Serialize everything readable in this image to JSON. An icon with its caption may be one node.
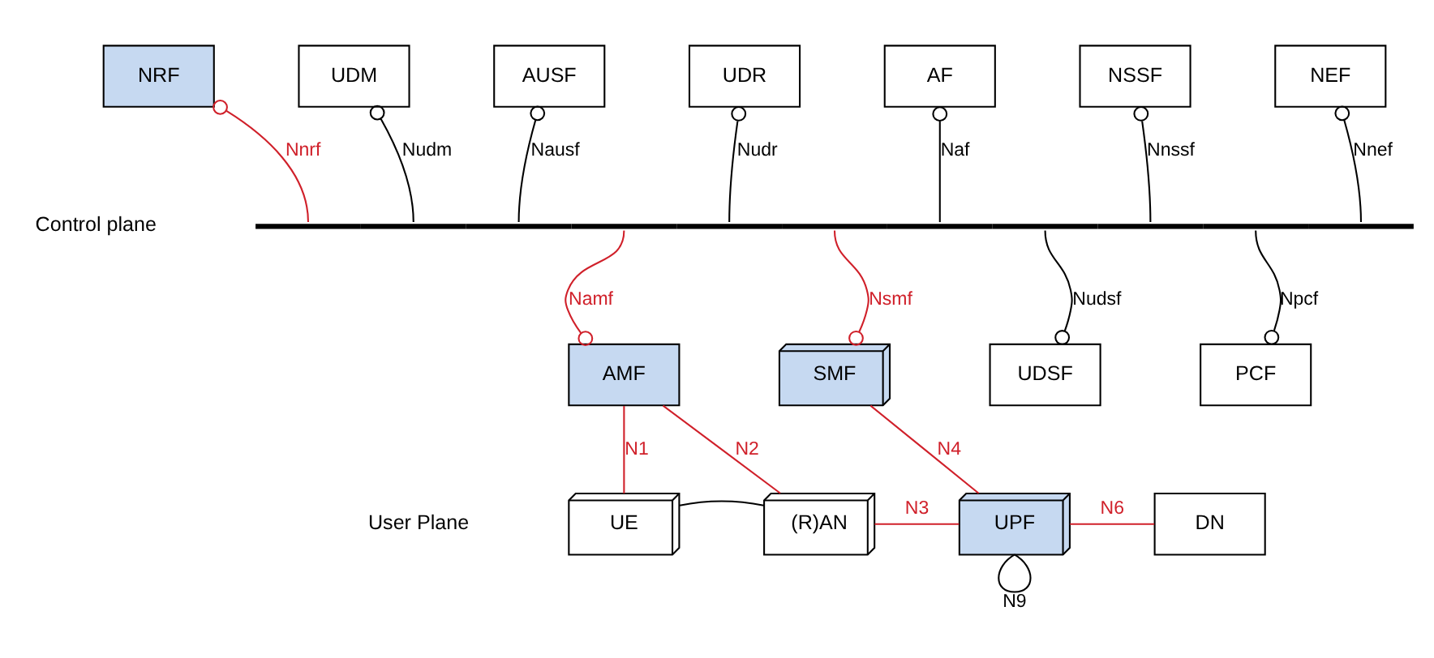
{
  "diagram": {
    "nodes": [
      {
        "text": [
          "NRF"
        ]
      },
      {
        "text": [
          "UDM"
        ]
      },
      {
        "text": [
          "AUSF"
        ]
      },
      {
        "text": [
          "UDR"
        ]
      },
      {
        "text": [
          "AF"
        ]
      },
      {
        "text": [
          "NSSF"
        ]
      },
      {
        "text": [
          "NEF"
        ]
      },
      {
        "text": [],
        "shape": "bar"
      },
      {
        "text": [
          "AMF"
        ]
      },
      {
        "text": [
          "SMF"
        ]
      },
      {
        "text": [
          "UDSF"
        ]
      },
      {
        "text": [
          "PCF"
        ]
      },
      {
        "text": [
          "UE"
        ]
      },
      {
        "text": [
          "(R)AN"
        ]
      },
      {
        "text": [
          "UPF"
        ]
      },
      {
        "text": [
          "DN"
        ]
      }
    ],
    "edges": [
      {
        "from": 0,
        "to": 7,
        "arrow": "other",
        "label": "Nnrf",
        "color": "#d0202a"
      },
      {
        "from": 1,
        "to": 7,
        "arrow": "other",
        "label": "Nudm"
      },
      {
        "from": 2,
        "to": 7,
        "arrow": "other",
        "label": "Nausf"
      },
      {
        "from": 3,
        "to": 7,
        "arrow": "other",
        "label": "Nudr"
      },
      {
        "from": 4,
        "to": 7,
        "arrow": "other",
        "label": "Naf"
      },
      {
        "from": 5,
        "to": 7,
        "arrow": "other",
        "label": "Nnssf"
      },
      {
        "from": 6,
        "to": 7,
        "arrow": "other",
        "label": "Nnef"
      },
      {
        "from": 8,
        "to": 7,
        "arrow": "other",
        "label": "Namf",
        "color": "#d0202a"
      },
      {
        "from": 9,
        "to": 7,
        "arrow": "other",
        "label": "Nsmf",
        "color": "#d0202a"
      },
      {
        "from": 10,
        "to": 7,
        "arrow": "other",
        "label": "Nudsf"
      },
      {
        "from": 11,
        "to": 7,
        "arrow": "other",
        "label": "Npcf"
      },
      {
        "from": 8,
        "to": 12,
        "arrow": "none",
        "label": "N1",
        "color": "#d0202a"
      },
      {
        "from": 8,
        "to": 13,
        "arrow": "none",
        "label": "N2",
        "color": "#d0202a"
      },
      {
        "from": 9,
        "to": 14,
        "arrow": "none",
        "label": "N4",
        "color": "#d0202a"
      },
      {
        "from": 12,
        "to": 13,
        "arrow": "none"
      },
      {
        "from": 13,
        "to": 14,
        "arrow": "none",
        "label": "N3",
        "color": "#d0202a"
      },
      {
        "from": 14,
        "to": 15,
        "arrow": "none",
        "label": "N6",
        "color": "#d0202a"
      },
      {
        "from": 14,
        "to": 14,
        "arrow": "none",
        "label": "N9"
      }
    ],
    "labels": [
      "Control plane",
      "User Plane"
    ]
  }
}
